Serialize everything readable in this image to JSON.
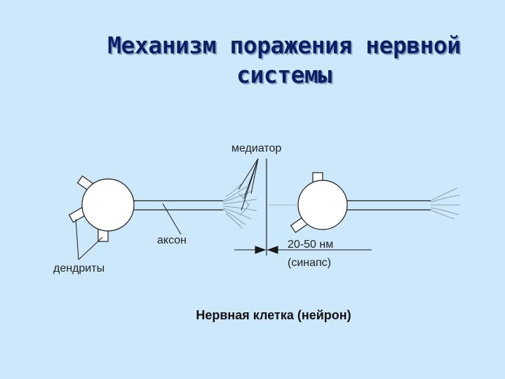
{
  "slide": {
    "title_line1": "Механизм поражения нервной",
    "title_line2": "системы",
    "caption": "Нервная клетка (нейрон)"
  },
  "labels": {
    "mediator": "медиатор",
    "axon": "аксон",
    "dendrites": "дендриты",
    "gap": "20-50 нм",
    "synapse": "(синапс)"
  },
  "colors": {
    "background": "#cce8fa",
    "title": "#0f1f66",
    "lines": "#1a1a1a",
    "cell": "#ffffff"
  }
}
